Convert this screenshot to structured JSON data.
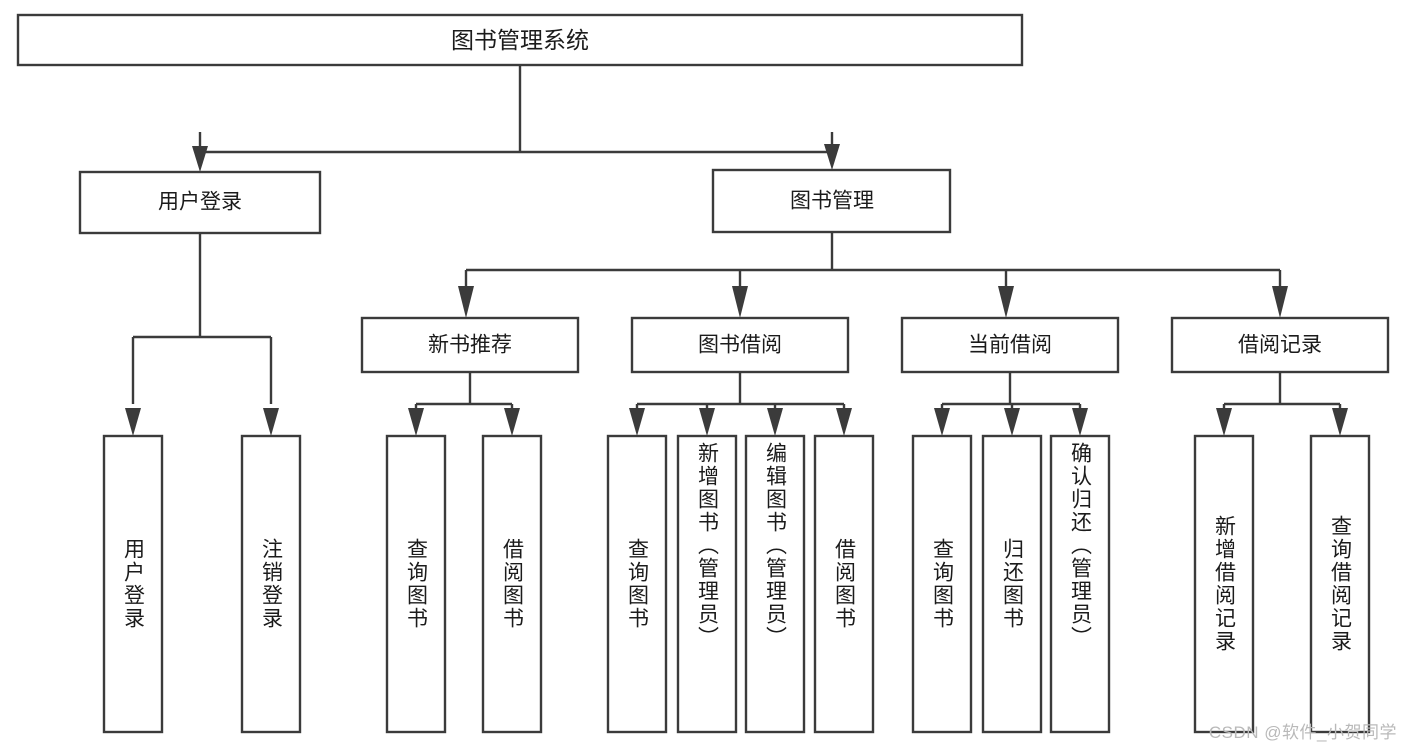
{
  "diagram": {
    "title": "图书管理系统",
    "watermark": "CSDN @软件_小贺同学",
    "accent_color": "#3b3b3b",
    "background_color": "#ffffff",
    "text_color": "#1b1b1b",
    "watermark_color": "#b9b9b9"
  },
  "chart_data": {
    "type": "tree",
    "orientation": "top-down",
    "title": "图书管理系统",
    "root": {
      "label": "图书管理系统",
      "children": [
        {
          "label": "用户登录",
          "children": [
            {
              "label": "用户登录"
            },
            {
              "label": "注销登录"
            }
          ]
        },
        {
          "label": "图书管理",
          "children": [
            {
              "label": "新书推荐",
              "children": [
                {
                  "label": "查询图书"
                },
                {
                  "label": "借阅图书"
                }
              ]
            },
            {
              "label": "图书借阅",
              "children": [
                {
                  "label": "查询图书"
                },
                {
                  "label": "新增图书（管理员）"
                },
                {
                  "label": "编辑图书（管理员）"
                },
                {
                  "label": "借阅图书"
                }
              ]
            },
            {
              "label": "当前借阅",
              "children": [
                {
                  "label": "查询图书"
                },
                {
                  "label": "归还图书"
                },
                {
                  "label": "确认归还（管理员）"
                }
              ]
            },
            {
              "label": "借阅记录",
              "children": [
                {
                  "label": "新增借阅记录"
                },
                {
                  "label": "查询借阅记录"
                }
              ]
            }
          ]
        }
      ]
    }
  },
  "nodes": {
    "root": {
      "label": "图书管理系统"
    },
    "level2": [
      {
        "label": "用户登录"
      },
      {
        "label": "图书管理"
      }
    ],
    "level3": [
      {
        "label": "新书推荐"
      },
      {
        "label": "图书借阅"
      },
      {
        "label": "当前借阅"
      },
      {
        "label": "借阅记录"
      }
    ],
    "leaves": [
      {
        "label": "用户登录"
      },
      {
        "label": "注销登录"
      },
      {
        "label": "查询图书"
      },
      {
        "label": "借阅图书"
      },
      {
        "label": "查询图书"
      },
      {
        "label": "新增图书（管理员）"
      },
      {
        "label": "编辑图书（管理员）"
      },
      {
        "label": "借阅图书"
      },
      {
        "label": "查询图书"
      },
      {
        "label": "归还图书"
      },
      {
        "label": "确认归还（管理员）"
      },
      {
        "label": "新增借阅记录"
      },
      {
        "label": "查询借阅记录"
      }
    ]
  }
}
